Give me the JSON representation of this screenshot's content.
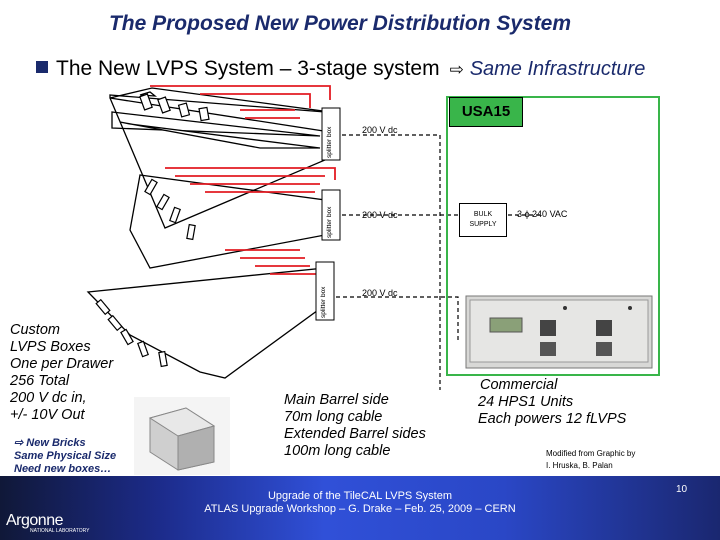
{
  "title": "The Proposed New Power Distribution  System",
  "bullet": {
    "text": "The New LVPS System – 3-stage system",
    "arrow": "⇨",
    "infra": "Same Infrastructure"
  },
  "splitter_label": "splitter box",
  "voltage_labels": [
    "200 V dc",
    "200 V dc",
    "200 V dc"
  ],
  "usa15": "USA15",
  "bulk_supply": [
    "BULK",
    "SUPPLY"
  ],
  "ac_input": "3 ϕ 240 VAC",
  "lvps_text": [
    "Custom",
    "LVPS Boxes",
    "One per Drawer",
    "256 Total",
    "200 V dc in,",
    "+/- 10V Out"
  ],
  "bricks": {
    "arrow": "⇨",
    "lines": [
      "New Bricks",
      "Same Physical Size",
      "Need new boxes…"
    ]
  },
  "barrel_text": [
    "Main Barrel side",
    "70m long cable",
    "Extended Barrel sides",
    "100m long cable"
  ],
  "commercial_text": [
    "Commercial",
    "24 HPS1 Units",
    "Each powers 12 fLVPS"
  ],
  "modified_text": [
    "Modified from Graphic by",
    "I. Hruska, B. Palan"
  ],
  "footer": {
    "line1": "Upgrade of the TileCAL LVPS System",
    "line2": "ATLAS Upgrade Workshop – G. Drake – Feb. 25, 2009  – CERN",
    "page": "10",
    "logo": "Argonne",
    "logo_sub": "NATIONAL LABORATORY"
  },
  "colors": {
    "title": "#1a2a6c",
    "usa15_bg": "#39b54a",
    "usa15_border": "#39b54a",
    "cable": "#e31b23",
    "footer_bg": "#2a47c6"
  }
}
